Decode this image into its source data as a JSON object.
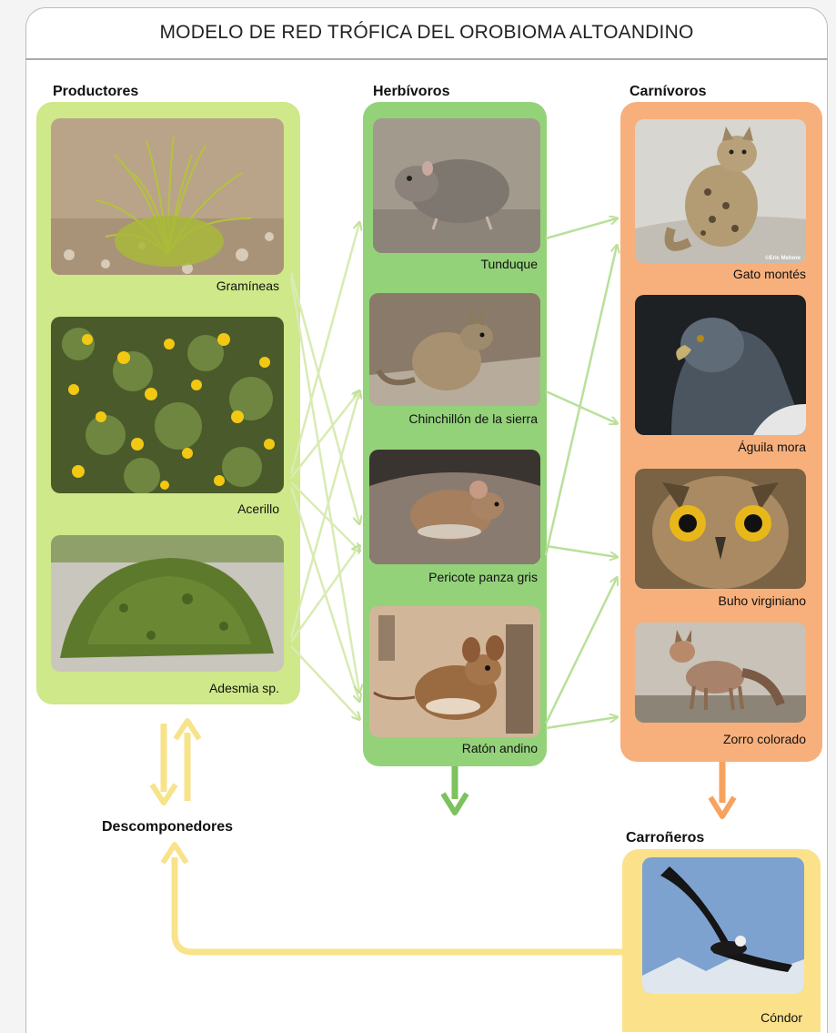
{
  "title": "MODELO DE RED TRÓFICA DEL OROBIOMA ALTOANDINO",
  "colors": {
    "productores_panel": "#cfe889",
    "herbivoros_panel": "#94d27a",
    "carnivoros_panel": "#f7b07c",
    "carroneros_panel": "#fbe28a",
    "arrow_green": "#bfe09a",
    "arrow_orange": "#f7a35e",
    "arrow_yellow": "#f8e38a"
  },
  "groups": {
    "productores": {
      "label": "Productores",
      "items": [
        {
          "name": "Gramíneas",
          "icon": "grass-tuft-photo"
        },
        {
          "name": "Acerillo",
          "icon": "yellow-flower-shrub-photo"
        },
        {
          "name": "Adesmia sp.",
          "icon": "cushion-plant-photo"
        }
      ]
    },
    "herbivoros": {
      "label": "Herbívoros",
      "items": [
        {
          "name": "Tunduque",
          "icon": "rodent-photo"
        },
        {
          "name": "Chinchillón de la sierra",
          "icon": "viscacha-photo"
        },
        {
          "name": "Pericote panza gris",
          "icon": "mouse-photo"
        },
        {
          "name": "Ratón andino",
          "icon": "andean-mouse-photo"
        }
      ]
    },
    "carnivoros": {
      "label": "Carnívoros",
      "items": [
        {
          "name": "Gato montés",
          "icon": "wild-cat-photo",
          "credit": "©Eric Mehore"
        },
        {
          "name": "Águila mora",
          "icon": "eagle-photo"
        },
        {
          "name": "Buho virginiano",
          "icon": "owl-photo"
        },
        {
          "name": "Zorro colorado",
          "icon": "fox-photo"
        }
      ]
    },
    "carroneros": {
      "label": "Carroñeros",
      "items": [
        {
          "name": "Cóndor",
          "icon": "condor-photo"
        }
      ]
    },
    "descomponedores": {
      "label": "Descomponedores"
    }
  }
}
